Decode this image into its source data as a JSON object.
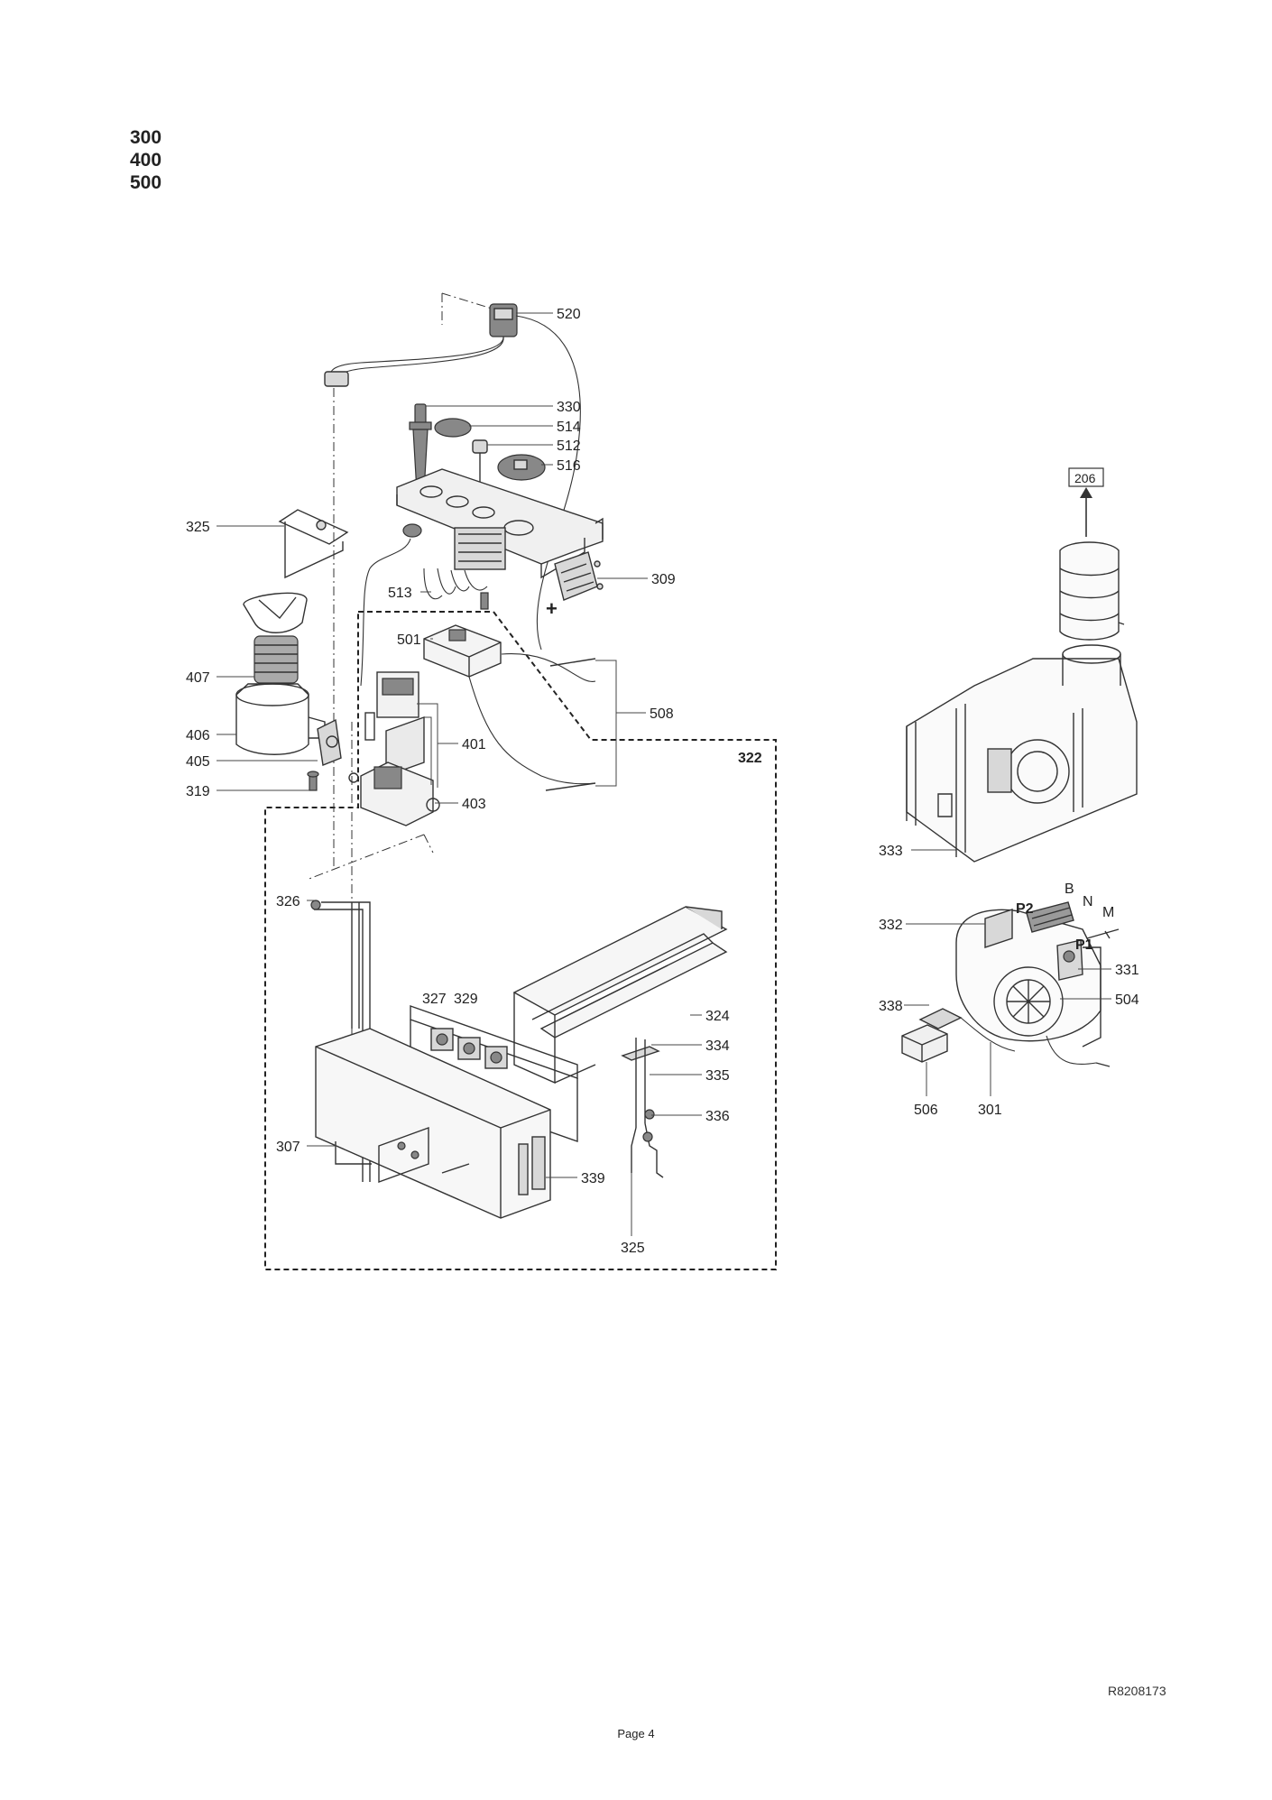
{
  "models": [
    "300",
    "400",
    "500"
  ],
  "labels": {
    "l520": "520",
    "l330": "330",
    "l514": "514",
    "l512": "512",
    "l516": "516",
    "l325a": "325",
    "l309": "309",
    "l513": "513",
    "l501": "501",
    "l407": "407",
    "l508": "508",
    "l406": "406",
    "l401": "401",
    "l322": "322",
    "l405": "405",
    "l319": "319",
    "l403": "403",
    "l326": "326",
    "l327": "327",
    "l329": "329",
    "l324": "324",
    "l334": "334",
    "l335": "335",
    "l336": "336",
    "l307": "307",
    "l339": "339",
    "l325b": "325",
    "l206": "206",
    "l333": "333",
    "l332": "332",
    "lB": "B",
    "lN": "N",
    "lM": "M",
    "lP2": "P2",
    "lP1": "P1",
    "l331": "331",
    "l338": "338",
    "l504": "504",
    "l506": "506",
    "l301": "301",
    "lplus": "+"
  },
  "footer": {
    "reference": "R8208173",
    "page": "Page 4"
  }
}
